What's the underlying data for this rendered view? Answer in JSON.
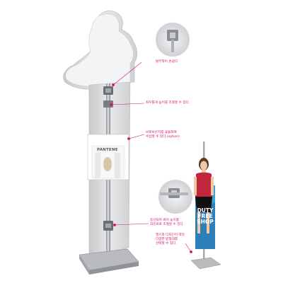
{
  "callouts": {
    "c1": "탈부착이 손쉽다.",
    "c2": "좌우틀게 높이를 조절할 수 있다.",
    "c3": "브로브산지를 꽂을화여\n수납할 수 있다.(option)",
    "c4": "동산되며 봐어 높이를\n자유로로 조절할 수 있다.",
    "c5": "행스와 디자인어 따라\n다양한 받형대를\n선택할 수 있다."
  },
  "brochure_brand": "PANTENE",
  "banner": {
    "line1": "DUTY",
    "line2": "FREE",
    "line3": "SHOP"
  },
  "colors": {
    "accent": "#d3126f",
    "panel": "#d8d9db",
    "banner_blue": "#3aa0d8",
    "dress_red": "#c0273b"
  }
}
